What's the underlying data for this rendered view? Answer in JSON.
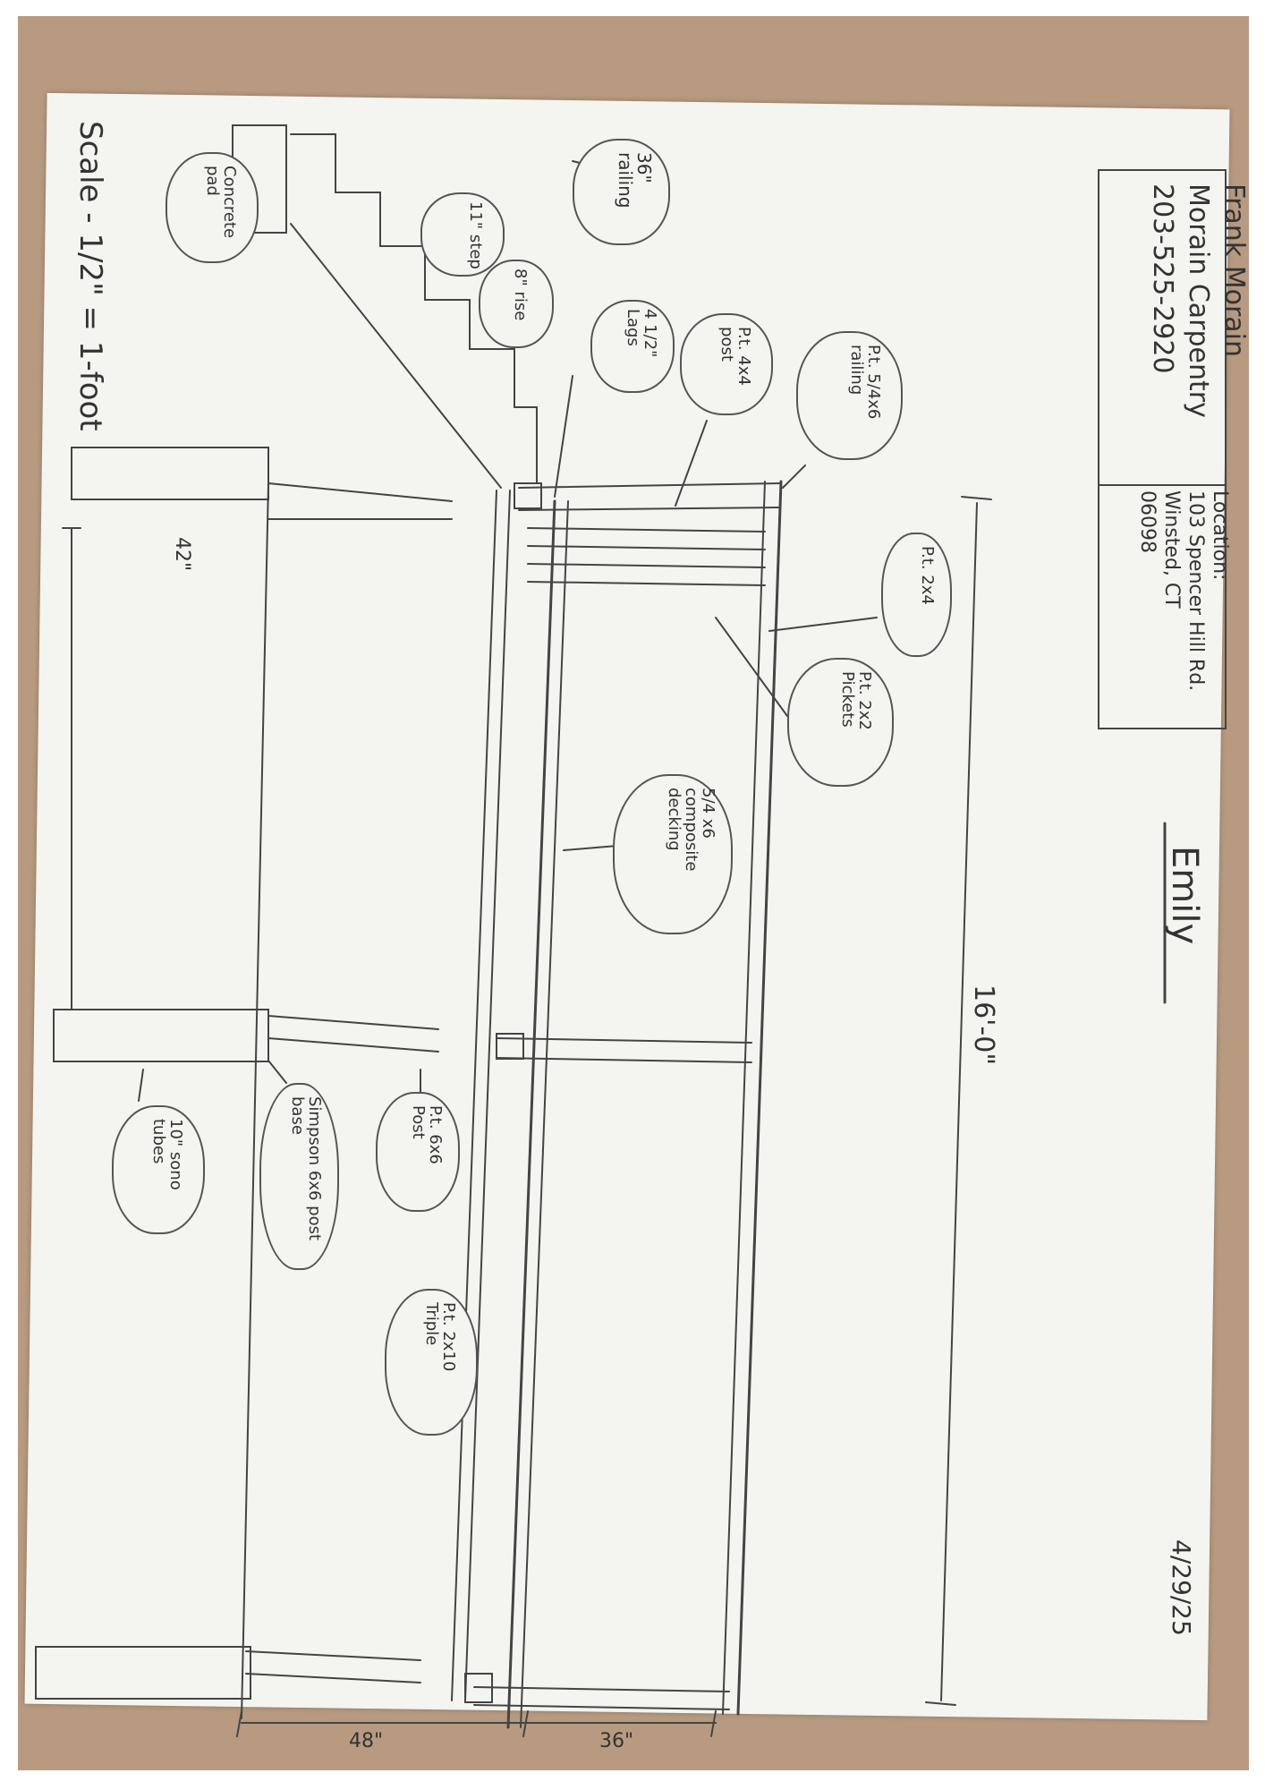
{
  "header": {
    "name": "Frank Morain",
    "company": "Morain Carpentry",
    "phone": "203-525-2920",
    "location_label": "Location:",
    "location_street": "103 Spencer Hill Rd.",
    "location_city": "Winsted, CT",
    "location_zip": "06098"
  },
  "client": "Emily",
  "date": "4/29/25",
  "scale": "Scale - 1/2\" = 1-foot",
  "labels": {
    "railing_36": "36\" railing",
    "step_11": "11\" step",
    "rise_8": "8\" rise",
    "concrete_pad": "Concrete pad",
    "lags": "4 1/2\" Lags",
    "post_4x4": "P.t. 4x4 post",
    "railing_5_4x6": "P.t. 5/4x6 railing",
    "p_2x4": "P.t. 2x4",
    "pickets": "P.t. 2x2 Pickets",
    "decking": "5/4 x6 composite decking",
    "post_6x6": "P.t. 6x6 Post",
    "simpson": "Simpson 6x6 post base",
    "sono_tubes": "10\" sono tubes",
    "triple": "P.t. 2x10 Triple"
  },
  "dimensions": {
    "length": "16'-0\"",
    "d42": "42\"",
    "d48": "48\"",
    "d36": "36\""
  }
}
